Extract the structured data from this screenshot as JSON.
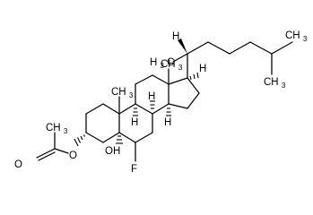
{
  "molecule": {
    "atom_labels": {
      "carbonyl_oxygen": "O",
      "ester_oxygen": "O",
      "hydroxyl": "OH",
      "fluorine": "F",
      "h8": "H",
      "h9": "H",
      "h14": "H",
      "h17": "H",
      "h20": "H"
    },
    "methyl_labels": {
      "me10_base": "CH",
      "me10_sub": "3",
      "me13_base": "CH",
      "me13_sub": "3",
      "me21_base": "H",
      "me21_c": "C",
      "me21_sub": "3"
    }
  }
}
